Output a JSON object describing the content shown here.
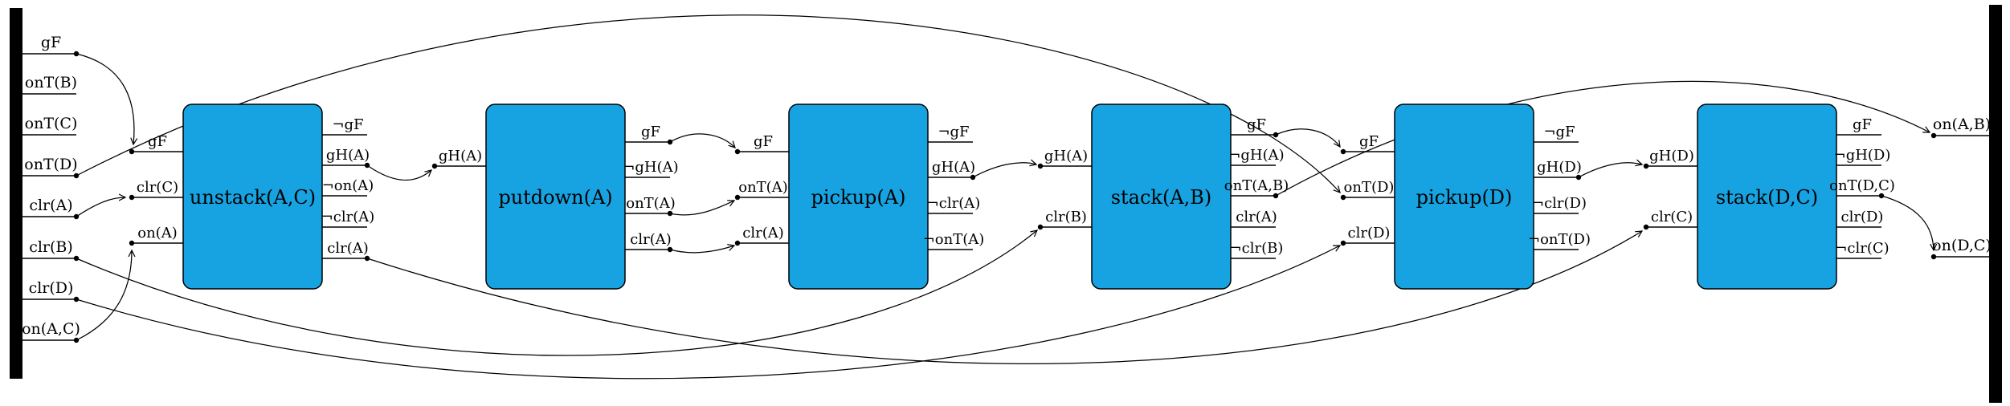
{
  "diagram": {
    "initial_facts": [
      {
        "label": "gF",
        "connected": true
      },
      {
        "label": "onT(B)",
        "connected": false
      },
      {
        "label": "onT(C)",
        "connected": false
      },
      {
        "label": "onT(D)",
        "connected": true
      },
      {
        "label": "clr(A)",
        "connected": true
      },
      {
        "label": "clr(B)",
        "connected": true
      },
      {
        "label": "clr(D)",
        "connected": true
      },
      {
        "label": "on(A,C)",
        "connected": true
      }
    ],
    "goal_facts": [
      {
        "label": "on(A,B)"
      },
      {
        "label": "on(D,C)"
      }
    ],
    "actions": [
      {
        "name": "unstack(A,C)",
        "inputs": [
          "gF",
          "clr(C)",
          "on(A)"
        ],
        "outputs": [
          "¬gF",
          "gH(A)",
          "¬on(A)",
          "¬clr(A)",
          "clr(A)"
        ]
      },
      {
        "name": "putdown(A)",
        "inputs": [
          "gH(A)"
        ],
        "outputs": [
          "gF",
          "¬gH(A)",
          "onT(A)",
          "clr(A)"
        ]
      },
      {
        "name": "pickup(A)",
        "inputs": [
          "gF",
          "onT(A)",
          "clr(A)"
        ],
        "outputs": [
          "¬gF",
          "gH(A)",
          "¬clr(A)",
          "¬onT(A)"
        ]
      },
      {
        "name": "stack(A,B)",
        "inputs": [
          "gH(A)",
          "clr(B)"
        ],
        "outputs": [
          "gF",
          "¬gH(A)",
          "onT(A,B)",
          "clr(A)",
          "¬clr(B)"
        ]
      },
      {
        "name": "pickup(D)",
        "inputs": [
          "gF",
          "onT(D)",
          "clr(D)"
        ],
        "outputs": [
          "¬gF",
          "gH(D)",
          "¬clr(D)",
          "¬onT(D)"
        ]
      },
      {
        "name": "stack(D,C)",
        "inputs": [
          "gH(D)",
          "clr(C)"
        ],
        "outputs": [
          "gF",
          "¬gH(D)",
          "onT(D,C)",
          "clr(D)",
          "¬clr(C)"
        ]
      }
    ],
    "edges": [
      {
        "from": "init.gF",
        "to": "unstack(A,C).in.gF"
      },
      {
        "from": "init.onT(D)",
        "to": "pickup(D).in.onT(D)"
      },
      {
        "from": "init.clr(A)",
        "to": "unstack(A,C).in.clr(C)"
      },
      {
        "from": "init.clr(B)",
        "to": "stack(A,B).in.clr(B)"
      },
      {
        "from": "init.clr(D)",
        "to": "pickup(D).in.clr(D)"
      },
      {
        "from": "init.on(A,C)",
        "to": "unstack(A,C).in.on(A)"
      },
      {
        "from": "unstack(A,C).out.gH(A)",
        "to": "putdown(A).in.gH(A)"
      },
      {
        "from": "unstack(A,C).out.clr(A)",
        "to": "stack(D,C).in.clr(C)"
      },
      {
        "from": "putdown(A).out.gF",
        "to": "pickup(A).in.gF"
      },
      {
        "from": "putdown(A).out.onT(A)",
        "to": "pickup(A).in.onT(A)"
      },
      {
        "from": "putdown(A).out.clr(A)",
        "to": "pickup(A).in.clr(A)"
      },
      {
        "from": "pickup(A).out.gH(A)",
        "to": "stack(A,B).in.gH(A)"
      },
      {
        "from": "stack(A,B).out.gF",
        "to": "pickup(D).in.gF"
      },
      {
        "from": "stack(A,B).out.onT(A,B)",
        "to": "goal.on(A,B)"
      },
      {
        "from": "pickup(D).out.gH(D)",
        "to": "stack(D,C).in.gH(D)"
      },
      {
        "from": "stack(D,C).out.onT(D,C)",
        "to": "goal.on(D,C)"
      }
    ],
    "colors": {
      "action_fill": "#17a3e2",
      "line": "#000000",
      "background": "#ffffff"
    }
  }
}
